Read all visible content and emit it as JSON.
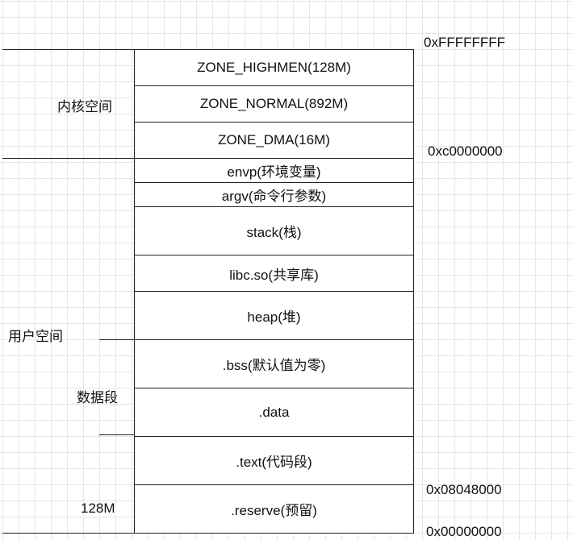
{
  "regions": [
    {
      "name": "ZONE_HIGHMEN(128M)",
      "h": 45
    },
    {
      "name": "ZONE_NORMAL(892M)",
      "h": 45
    },
    {
      "name": "ZONE_DMA(16M)",
      "h": 45
    },
    {
      "name": "envp(环境变量)",
      "h": 30
    },
    {
      "name": "argv(命令行参数)",
      "h": 30
    },
    {
      "name": "stack(栈)",
      "h": 60
    },
    {
      "name": "libc.so(共享库)",
      "h": 45
    },
    {
      "name": "heap(堆)",
      "h": 60
    },
    {
      "name": ".bss(默认值为零)",
      "h": 60
    },
    {
      "name": ".data",
      "h": 60
    },
    {
      "name": ".text(代码段)",
      "h": 60
    },
    {
      "name": ".reserve(预留)",
      "h": 60
    }
  ],
  "addresses": {
    "top": "0xFFFFFFFF",
    "kernel_base": "0xc0000000",
    "user_base": "0x08048000",
    "zero": "0x00000000"
  },
  "labels": {
    "kernel_space": "内核空间",
    "user_space": "用户空间",
    "data_segment": "数据段",
    "reserve_size": "128M"
  }
}
